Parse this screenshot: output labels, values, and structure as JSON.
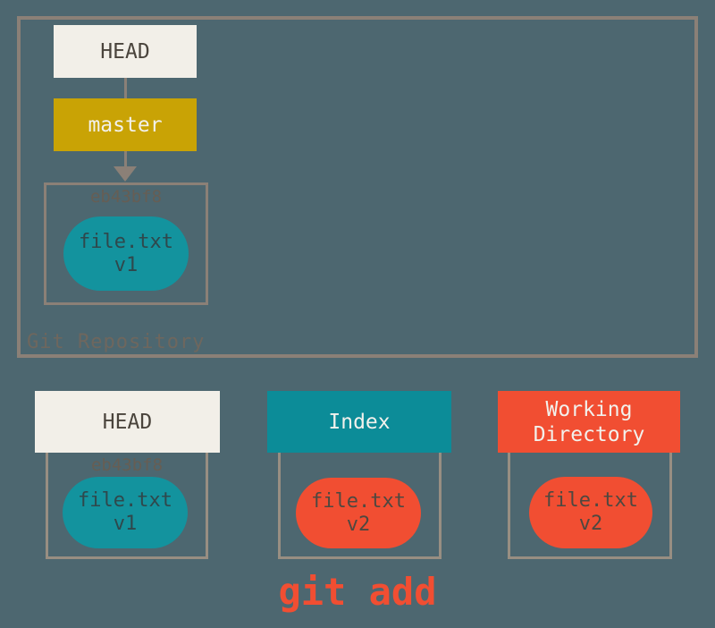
{
  "colors": {
    "bg": "#4D6770",
    "frame": "#8B8077",
    "frame2": "#988E82",
    "panel_light": "#F2EFE8",
    "panel_light_text": "#4A443C",
    "gold": "#C9A305",
    "teal_header": "#0C8C98",
    "teal_blob": "#13939E",
    "orange": "#F14E32",
    "white_text": "#F2F1EC",
    "hash_text": "#665E54",
    "blob_text_teal": "#2F484C",
    "blob_text_orange": "#4E4840",
    "repo_label_text": "#6E675E"
  },
  "repository": {
    "label": "Git Repository",
    "head_ref": "HEAD",
    "branch_ref": "master",
    "commit": {
      "hash": "eb43bf8",
      "file_name": "file.txt",
      "file_version": "v1"
    }
  },
  "columns": [
    {
      "title": "HEAD",
      "hash": "eb43bf8",
      "file_name": "file.txt",
      "file_version": "v1"
    },
    {
      "title": "Index",
      "file_name": "file.txt",
      "file_version": "v2"
    },
    {
      "title": "Working Directory",
      "file_name": "file.txt",
      "file_version": "v2"
    }
  ],
  "command": {
    "label": "git add"
  }
}
